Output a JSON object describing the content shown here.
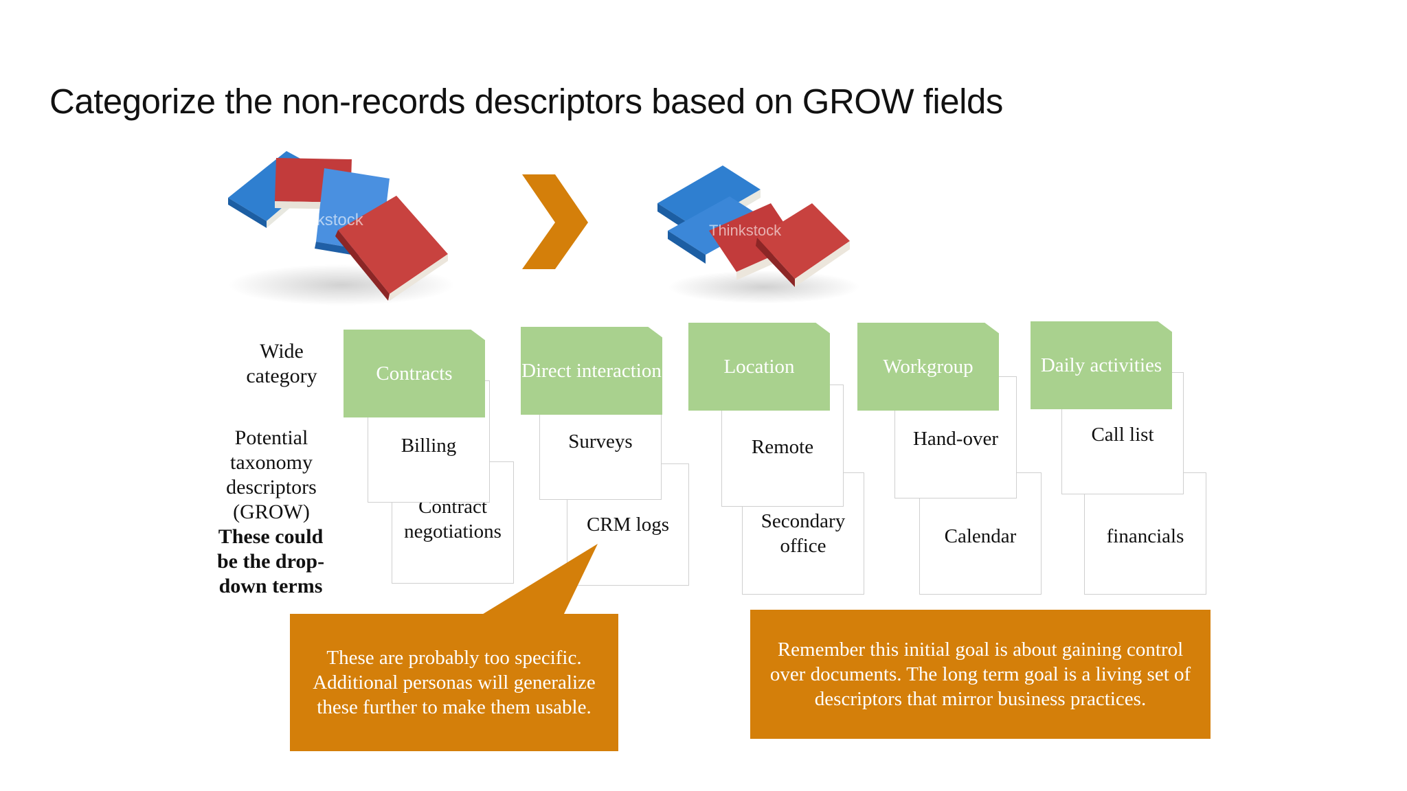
{
  "title": "Categorize the non-records descriptors based on GROW fields",
  "images": {
    "left_watermark": "thinkstock",
    "right_watermark": "Thinkstock"
  },
  "labels": {
    "wide_category": "Wide category",
    "potential": "Potential taxonomy descriptors (GROW)",
    "dropdown_note": "These could be the drop-down terms"
  },
  "columns": [
    {
      "category": "Contracts",
      "descriptor_1": "Billing",
      "descriptor_2": "Contract negotiations"
    },
    {
      "category": "Direct interaction",
      "descriptor_1": "Surveys",
      "descriptor_2": "CRM logs"
    },
    {
      "category": "Location",
      "descriptor_1": "Remote",
      "descriptor_2": "Secondary office"
    },
    {
      "category": "Workgroup",
      "descriptor_1": "Hand-over",
      "descriptor_2": "Calendar"
    },
    {
      "category": "Daily activities",
      "descriptor_1": "Call list",
      "descriptor_2": "financials"
    }
  ],
  "callouts": {
    "left": "These are probably too specific. Additional personas will generalize these further to make them usable.",
    "right": "Remember this initial goal is about gaining control over documents. The long term goal is a living set of descriptors that mirror business practices."
  },
  "colors": {
    "category_tab": "#a9d18e",
    "callout": "#d47f0a",
    "arrow": "#d47f0a",
    "book_blue": "#2f7fd0",
    "book_red": "#c23b3b"
  }
}
